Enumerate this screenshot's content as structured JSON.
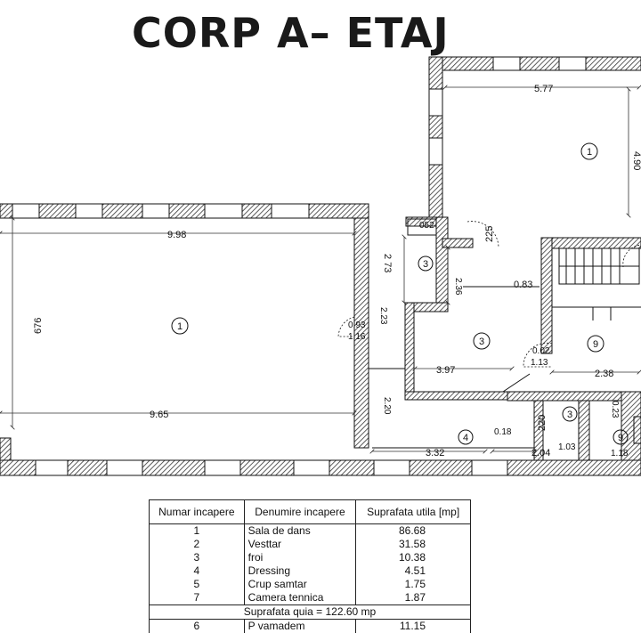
{
  "title": "CORP A– ETAJ",
  "plan": {
    "dimensions": {
      "top_width": "5.77",
      "top_right_height": "4.90",
      "small_box": "052",
      "left_room_width": "9.98",
      "left_room_height": "676",
      "corridor_height": "2 73",
      "corridor_width": "225",
      "step_height": "2.36",
      "mid_width": "0.83",
      "door_a_top": "0.93",
      "door_a_bottom": "1.16",
      "diag_a": "2.23",
      "door_b_top": "0.02",
      "door_b_bottom": "1.13",
      "hall_width": "3.97",
      "right_width": "2.38",
      "left_room_bottom": "9.65",
      "diag_b": "2.20",
      "small_label": "0.18",
      "bath_height": "220",
      "bottom_width": "3.32",
      "bath_width": "2.04",
      "bath_small": "1.03",
      "right_small": "1.18",
      "right_diag": "0.23"
    },
    "rooms": {
      "top_right": "1",
      "left_big": "1",
      "corridor": "3",
      "hall": "3",
      "stair": "9",
      "bottom": "4",
      "bath": "3",
      "right_small": "9"
    }
  },
  "table": {
    "headers": [
      "Numar incapere",
      "Denumire incapere",
      "Suprafata utila [mp]"
    ],
    "rows": [
      {
        "num": "1",
        "name": "Sala de dans",
        "area": "86.68"
      },
      {
        "num": "2",
        "name": "Vesttar",
        "area": "31.58"
      },
      {
        "num": "3",
        "name": "froi",
        "area": "10.38"
      },
      {
        "num": "4",
        "name": "Dressing",
        "area": "4.51"
      },
      {
        "num": "5",
        "name": "Crup samtar",
        "area": "1.75"
      },
      {
        "num": "7",
        "name": "Camera tennica",
        "area": "1.87"
      }
    ],
    "total": "Suprafata quia = 122.60 mp",
    "extra_row": {
      "num": "6",
      "name": "P vamadem",
      "area": "11.15"
    }
  }
}
